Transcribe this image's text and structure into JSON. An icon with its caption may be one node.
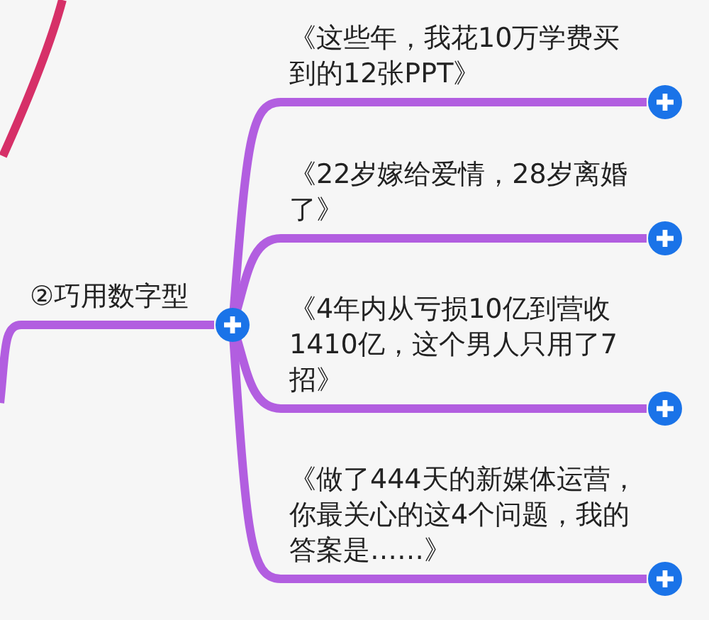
{
  "diagram": {
    "nodes": [
      {
        "text": [
          "②巧用数字型"
        ]
      },
      {
        "text": [
          "《这些年，我花10万学费买到的12张PPT》"
        ]
      },
      {
        "text": [
          "《22岁嫁给爱情，28岁离婚了》"
        ]
      },
      {
        "text": [
          "《4年内从亏损10亿到营收1410亿，这个男人只用了7招》"
        ]
      },
      {
        "text": [
          "《做了444天的新媒体运营，你最关心的这4个问题，我的答案是……》"
        ]
      }
    ],
    "edges": [
      {
        "from": null,
        "to": 0,
        "arrow": "none"
      },
      {
        "from": 0,
        "to": 1,
        "arrow": "none"
      },
      {
        "from": 0,
        "to": 2,
        "arrow": "none"
      },
      {
        "from": 0,
        "to": 3,
        "arrow": "none"
      },
      {
        "from": 0,
        "to": 4,
        "arrow": "none"
      }
    ]
  }
}
